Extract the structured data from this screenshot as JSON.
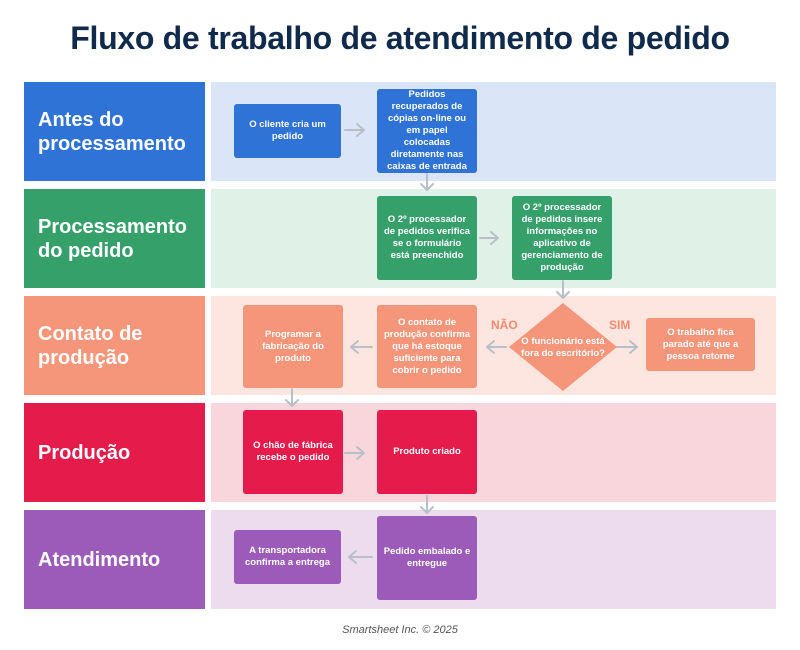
{
  "title": "Fluxo de trabalho de atendimento de pedido",
  "lanes": [
    {
      "label": "Antes do processamento",
      "color": "#2f73d6",
      "bg": "#dae6f7"
    },
    {
      "label": "Processamento do pedido",
      "color": "#36a06a",
      "bg": "#e0f2e8"
    },
    {
      "label": "Contato de produção",
      "color": "#f5957a",
      "bg": "#fde6e0"
    },
    {
      "label": "Produção",
      "color": "#e51b4b",
      "bg": "#f9d6dc"
    },
    {
      "label": "Atendimento",
      "color": "#9c5bb8",
      "bg": "#ecdcee"
    }
  ],
  "steps": {
    "client_creates_order": "O cliente cria um pedido",
    "orders_retrieved": "Pedidos recuperados de cópias on-line ou em papel colocadas diretamente nas caixas de entrada",
    "processor_verifies": "O 2º processador de pedidos verifica se o formulário está preenchido",
    "processor_inserts": "O 2º processador de pedidos insere informações no aplicativo de gerenciamento de produção",
    "decision": "O funcionário está fora do escritório?",
    "branch_no": "NÃO",
    "branch_yes": "SIM",
    "job_paused": "O trabalho fica parado até que a pessoa retorne",
    "production_contact_confirms": "O contato de produção confirma que há estoque suficiente para cobrir o pedido",
    "schedule_fabrication": "Programar a fabricação do produto",
    "factory_floor_receives": "O chão de fábrica recebe o pedido",
    "product_created": "Produto criado",
    "order_packed": "Pedido embalado e entregue",
    "carrier_confirms": "A transportadora confirma a entrega"
  },
  "footer": "Smartsheet Inc. © 2025",
  "colors": {
    "arrow": "#b8bfc8",
    "title": "#0f2a4a"
  }
}
